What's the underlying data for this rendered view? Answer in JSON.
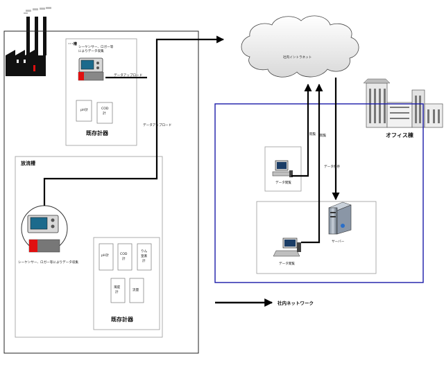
{
  "labels": {
    "tank_top_title": "･･･槽",
    "sequencer_note_top": "シーケンサー、ロガー等\nによりデータ収集",
    "data_upload_1": "データアップロード",
    "data_upload_2": "データアップロード",
    "existing_meters_top": "既存計器",
    "meter_ph": "pH計",
    "meter_cod": "COD\n計",
    "discharge_tank_title": "放流槽",
    "sequencer_note_bottom": "シーケンサー、ロガー等によりデータ収集",
    "meter_ph_2": "pH計",
    "meter_cod_2": "COD\n計",
    "meter_phosphorus": "りん\n窒素\n計",
    "meter_turbidity": "濁度\n計",
    "meter_flow": "流量",
    "existing_meters_bottom": "既存計器",
    "intranet": "社内イントラネット",
    "office_building": "オフィス棟",
    "browse_1": "閲覧",
    "browse_2": "閲覧",
    "data_save": "データ保存",
    "data_browse_pc1": "データ閲覧",
    "data_browse_pc2": "データ閲覧",
    "server": "サーバー",
    "legend": "社内ネットワーク"
  },
  "colors": {
    "office_border": "#1a1aa8",
    "red_block": "#e01010",
    "box_border": "#9a9a9a"
  }
}
